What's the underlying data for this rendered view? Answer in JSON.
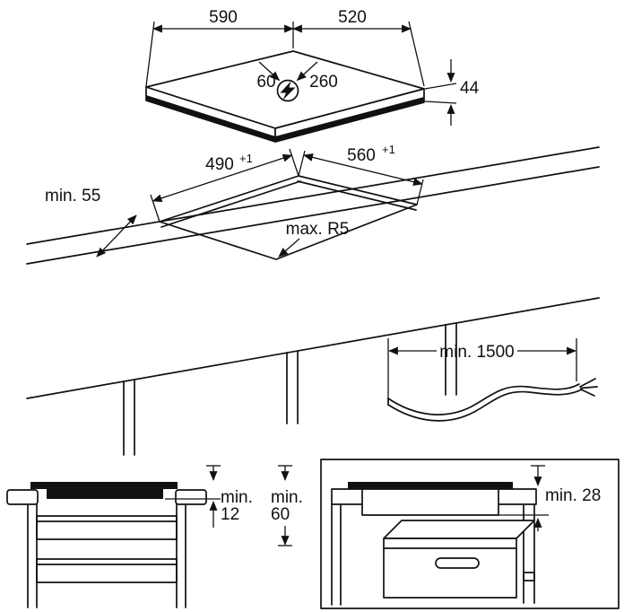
{
  "diagram": {
    "top_view": {
      "width_mm": "590",
      "depth_mm": "520",
      "height_mm": "44",
      "mains_offset_a": "60",
      "mains_offset_b": "260"
    },
    "cutout_view": {
      "front_clearance": "min. 55",
      "cutout_depth": "490",
      "cutout_depth_tol": "+1",
      "cutout_width": "560",
      "cutout_width_tol": "+1",
      "corner_radius": "max. R5"
    },
    "cable_view": {
      "cable_length": "min. 1500"
    },
    "front_section": {
      "gap1_label": "min.",
      "gap1_value": "12",
      "gap2_label": "min.",
      "gap2_value": "60"
    },
    "oven_section": {
      "oven_gap": "min. 28"
    }
  }
}
